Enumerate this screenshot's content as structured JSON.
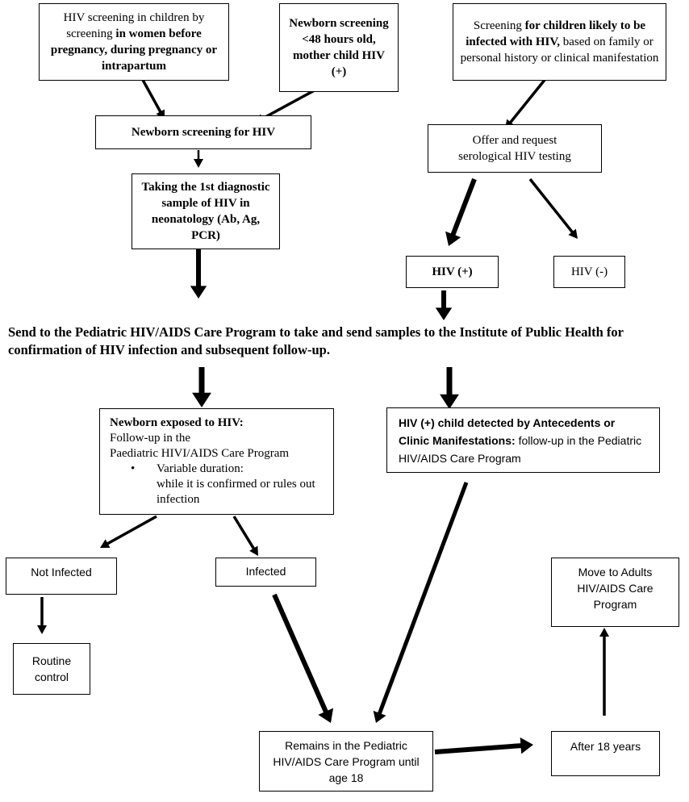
{
  "nodes": {
    "screening_women": {
      "pre": "HIV screening in children by screening ",
      "bold": "in women before pregnancy, during pregnancy or intrapartum"
    },
    "newborn_48h": {
      "text": "Newborn screening <48 hours old, mother child HIV (+)"
    },
    "screening_children": {
      "pre": "Screening ",
      "bold": "for children likely to be infected with HIV,",
      "post": " based on family or personal history or clinical manifestation"
    },
    "newborn_screening": {
      "text": "Newborn screening for HIV"
    },
    "offer_testing": {
      "text": "Offer and request serological HIV testing"
    },
    "first_sample": {
      "text": "Taking the 1st diagnostic sample of HIV in neonatology (Ab, Ag, PCR)"
    },
    "hiv_pos": {
      "text": "HIV (+)"
    },
    "hiv_neg": {
      "text": "HIV (-)"
    },
    "banner": {
      "text": "Send to the Pediatric HIV/AIDS Care Program to take and send samples to the Institute of Public Health for confirmation of HIV infection and subsequent follow-up."
    },
    "newborn_exposed": {
      "bold": "Newborn exposed to HIV:",
      "line1": "Follow-up in the",
      "line2": "Paediatric HIVI/AIDS Care Program",
      "bullet": "Variable duration:",
      "bullet_cont": "while it is confirmed or rules out infection"
    },
    "hiv_child_detected": {
      "bold": "HIV (+) child detected by Antecedents or Clinic Manifestations:",
      "post": " follow-up in the Pediatric HIV/AIDS Care Program"
    },
    "not_infected": {
      "text": "Not Infected"
    },
    "infected": {
      "text": "Infected"
    },
    "routine_control": {
      "text": "Routine control"
    },
    "move_adults": {
      "text": "Move to Adults HIV/AIDS Care Program"
    },
    "remains_pediatric": {
      "text": "Remains in the Pediatric HIV/AIDS Care Program until age 18"
    },
    "after_18": {
      "text": "After 18 years"
    }
  },
  "edges": [
    [
      "screening_women",
      "newborn_screening"
    ],
    [
      "newborn_48h",
      "newborn_screening"
    ],
    [
      "screening_children",
      "offer_testing"
    ],
    [
      "newborn_screening",
      "first_sample"
    ],
    [
      "offer_testing",
      "hiv_pos"
    ],
    [
      "offer_testing",
      "hiv_neg"
    ],
    [
      "first_sample",
      "banner"
    ],
    [
      "hiv_pos",
      "banner"
    ],
    [
      "banner",
      "newborn_exposed"
    ],
    [
      "banner",
      "hiv_child_detected"
    ],
    [
      "newborn_exposed",
      "not_infected"
    ],
    [
      "newborn_exposed",
      "infected"
    ],
    [
      "not_infected",
      "routine_control"
    ],
    [
      "infected",
      "remains_pediatric"
    ],
    [
      "hiv_child_detected",
      "remains_pediatric"
    ],
    [
      "remains_pediatric",
      "after_18"
    ],
    [
      "after_18",
      "move_adults"
    ]
  ]
}
